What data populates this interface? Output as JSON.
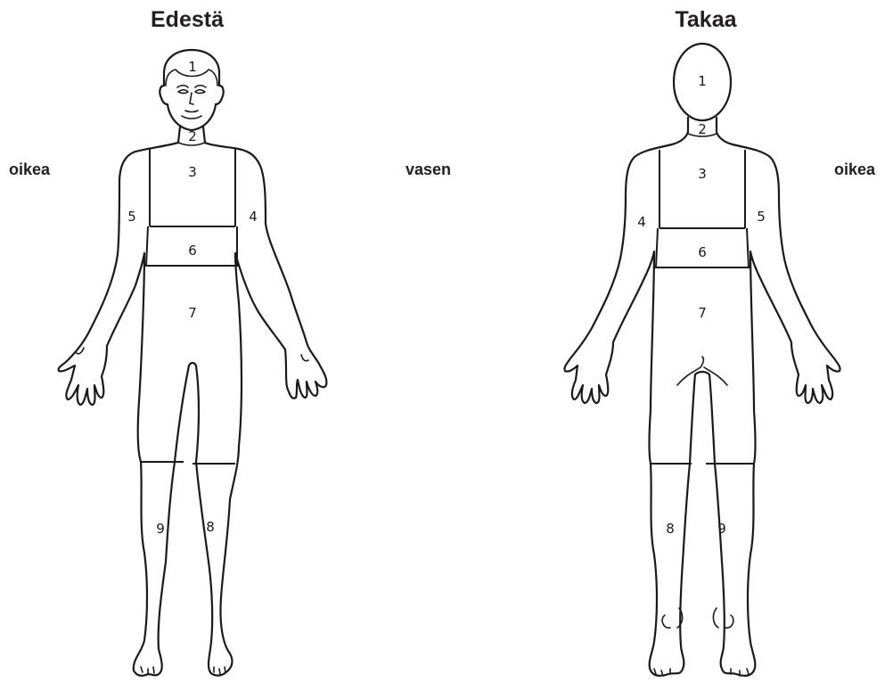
{
  "front": {
    "title": "Edestä",
    "label_left": "oikea",
    "label_right": "vasen",
    "regions": {
      "head": "1",
      "neck": "2",
      "chest": "3",
      "left_arm": "4",
      "right_arm": "5",
      "abdomen": "6",
      "pelvis_thigh": "7",
      "left_lower_leg": "8",
      "right_lower_leg": "9"
    }
  },
  "back": {
    "title": "Takaa",
    "label_right": "oikea",
    "regions": {
      "head": "1",
      "neck": "2",
      "upper_back": "3",
      "left_arm": "4",
      "right_arm": "5",
      "lower_back": "6",
      "buttocks_thigh": "7",
      "left_lower_leg": "8",
      "right_lower_leg": "9"
    }
  }
}
